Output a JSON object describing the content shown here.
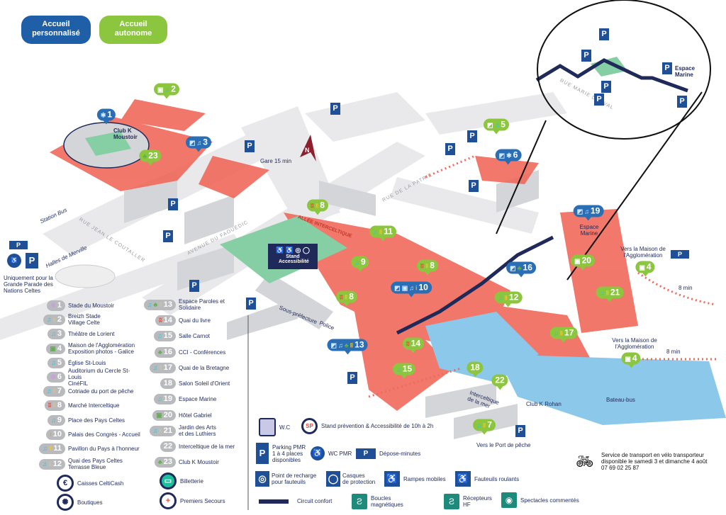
{
  "header": {
    "accueil_personnalise": "Accueil\npersonnalisé",
    "accueil_autonome": "Accueil\nautonome"
  },
  "colors": {
    "navy": "#1f2a5a",
    "green_pin": "#8cc63f",
    "blue_pin": "#2a6fb5",
    "zone": "#f0695a",
    "water": "#8cc8ea",
    "grass": "#86cfa4",
    "road": "#e7e7ea"
  },
  "map_labels": {
    "station_bus": "Station Bus",
    "halles": "Halles de Merville",
    "parade_note": "Uniquement pour la Grande Parade des Nations Celtes",
    "gare": "Gare 15 min",
    "north": "N",
    "club_k_moustoir": "Club K Moustoir",
    "stand_accessibilite": "Stand Accessibilité",
    "sous_prefecture": "Sous-préfecture",
    "police": "Police",
    "espace_marine": "Espace Marine",
    "espace_marine_inset": "Espace Marine",
    "vers_maison_1": "Vers la Maison de l'Agglomération",
    "vers_maison_2": "Vers la Maison de l'Agglomération",
    "min_1": "8 min",
    "min_2": "8 min",
    "club_k_rohan": "Club K Rohan",
    "bateau_bus": "Bateau-bus",
    "interceltique_mer": "Interceltique de la mer",
    "vers_port": "Vers le Port de pêche",
    "depose": "Dépose minutes"
  },
  "streets": {
    "jean_le_coutaller": "RUE JEAN LE COUTALLER",
    "faouedic": "AVENUE DU FAOUËDIC",
    "patrie": "RUE DE LA PATRIE",
    "marie_dorval": "RUE MARIE DORVAL",
    "allee": "ALLÉE INTERCELTIQUE"
  },
  "pins": [
    {
      "n": "1",
      "color": "blue",
      "icons": [
        "cinema"
      ]
    },
    {
      "n": "2",
      "color": "green",
      "icons": [
        "photo",
        "music"
      ]
    },
    {
      "n": "3",
      "color": "blue",
      "icons": [
        "hf",
        "music"
      ]
    },
    {
      "n": "23",
      "color": "green",
      "icons": [
        "tree"
      ]
    },
    {
      "n": "5",
      "color": "green",
      "icons": [
        "hf",
        "music"
      ]
    },
    {
      "n": "6",
      "color": "blue",
      "icons": [
        "hf",
        "cinema"
      ]
    },
    {
      "n": "8",
      "color": "green",
      "icons": [
        "market",
        "food"
      ]
    },
    {
      "n": "11",
      "color": "green",
      "icons": [
        "music",
        "food"
      ]
    },
    {
      "n": "9",
      "color": "green",
      "icons": [
        "music"
      ]
    },
    {
      "n": "8",
      "color": "green",
      "icons": [
        "market",
        "food"
      ]
    },
    {
      "n": "16",
      "color": "blue",
      "icons": [
        "hf",
        "tree"
      ]
    },
    {
      "n": "10",
      "color": "blue",
      "icons": [
        "hf",
        "photo",
        "music",
        "info"
      ]
    },
    {
      "n": "8",
      "color": "green",
      "icons": [
        "market",
        "food"
      ]
    },
    {
      "n": "12",
      "color": "green",
      "icons": [
        "music",
        "food"
      ]
    },
    {
      "n": "19",
      "color": "blue",
      "icons": [
        "hf",
        "music"
      ]
    },
    {
      "n": "20",
      "color": "green",
      "icons": [
        "photo"
      ]
    },
    {
      "n": "4",
      "color": "green",
      "icons": [
        "photo"
      ]
    },
    {
      "n": "21",
      "color": "green",
      "icons": [
        "music",
        "food"
      ]
    },
    {
      "n": "17",
      "color": "green",
      "icons": [
        "music",
        "food"
      ]
    },
    {
      "n": "13",
      "color": "blue",
      "icons": [
        "hf",
        "music",
        "tree",
        "food"
      ]
    },
    {
      "n": "14",
      "color": "green",
      "icons": [
        "market"
      ]
    },
    {
      "n": "15",
      "color": "green",
      "icons": [
        "music"
      ]
    },
    {
      "n": "18",
      "color": "green",
      "icons": []
    },
    {
      "n": "22",
      "color": "green",
      "icons": []
    },
    {
      "n": "4",
      "color": "green",
      "icons": [
        "photo"
      ]
    },
    {
      "n": "7",
      "color": "green",
      "icons": [
        "music",
        "food"
      ]
    }
  ],
  "legend_venues": [
    {
      "n": "1",
      "icons": [
        "cinema"
      ],
      "label": "Stade du Moustoir"
    },
    {
      "n": "2",
      "icons": [
        "music",
        "food"
      ],
      "label": "Breizh Stade\nVillage Celte"
    },
    {
      "n": "3",
      "icons": [
        "music"
      ],
      "label": "Théâtre de Lorient"
    },
    {
      "n": "4",
      "icons": [
        "photo"
      ],
      "label": "Maison de l'Agglomération\nExposition photos - Galice"
    },
    {
      "n": "5",
      "icons": [
        "music"
      ],
      "label": "Église St-Louis"
    },
    {
      "n": "6",
      "icons": [
        "cinema"
      ],
      "label": "Auditorium du Cercle St-Louis\nCinéFIL"
    },
    {
      "n": "7",
      "icons": [
        "music",
        "food"
      ],
      "label": "Cotriade du port de pêche"
    },
    {
      "n": "8",
      "icons": [
        "market",
        "food"
      ],
      "label": "Marché Interceltique"
    },
    {
      "n": "9",
      "icons": [
        "music"
      ],
      "label": "Place des Pays Celtes"
    },
    {
      "n": "10",
      "icons": [
        "info"
      ],
      "label": "Palais des Congrès - Accueil"
    },
    {
      "n": "11",
      "icons": [
        "music",
        "food"
      ],
      "label": "Pavillon du Pays à l'honneur"
    },
    {
      "n": "12",
      "icons": [
        "music",
        "food"
      ],
      "label": "Quai des Pays Celtes\nTerrasse Bleue"
    },
    {
      "n": "13",
      "icons": [
        "music",
        "tree",
        "food"
      ],
      "label": "Espace Paroles et Solidaire"
    },
    {
      "n": "14",
      "icons": [
        "market"
      ],
      "label": "Quai du livre"
    },
    {
      "n": "15",
      "icons": [
        "music"
      ],
      "label": "Salle Carnot"
    },
    {
      "n": "16",
      "icons": [
        "tree"
      ],
      "label": "CCI - Conférences"
    },
    {
      "n": "17",
      "icons": [
        "music",
        "food"
      ],
      "label": "Quai de la Bretagne"
    },
    {
      "n": "18",
      "icons": [],
      "label": "Salon Soleil d'Orient"
    },
    {
      "n": "19",
      "icons": [
        "music"
      ],
      "label": "Espace Marine"
    },
    {
      "n": "20",
      "icons": [
        "photo"
      ],
      "label": "Hôtel Gabriel"
    },
    {
      "n": "21",
      "icons": [
        "music",
        "food"
      ],
      "label": "Jardin des Arts\net des Luthiers"
    },
    {
      "n": "22",
      "icons": [],
      "label": "Interceltique de la mer"
    },
    {
      "n": "23",
      "icons": [
        "tree"
      ],
      "label": "Club K Moustoir"
    }
  ],
  "legend_services": {
    "caisses": "Caisses CeltiCash",
    "boutiques": "Boutiques",
    "billetterie": "Billetterie",
    "secours": "Premiers Secours",
    "wc": "W.C",
    "sp_badge": "SP",
    "stand_prevention": "Stand prévention & Accessibilité de 10h à 2h",
    "parking_pmr": "Parking PMR\n1 à 4 places\ndisponibles",
    "wc_pmr": "WC PMR",
    "depose_minutes": "Dépose-minutes",
    "recharge": "Point de recharge\npour fauteuils",
    "casques": "Casques\nde protection",
    "rampes": "Rampes mobiles",
    "fauteuils": "Fauteuils roulants",
    "circuit": "Circuit confort",
    "boucles": "Boucles\nmagnétiques",
    "recepteurs": "Récepteurs\nHF",
    "spectacles": "Spectacles commentés",
    "velo": "Service de transport en vélo transporteur\ndisponible le samedi 3 et dimanche 4 août\n07 69 02 25 87"
  },
  "icon_glyphs": {
    "music": "♫",
    "food": "ǁ",
    "market": "ʬ",
    "photo": "▣",
    "cinema": "✱",
    "tree": "♣",
    "hf": "◩",
    "info": "i",
    "parking": "P",
    "euro": "€"
  }
}
